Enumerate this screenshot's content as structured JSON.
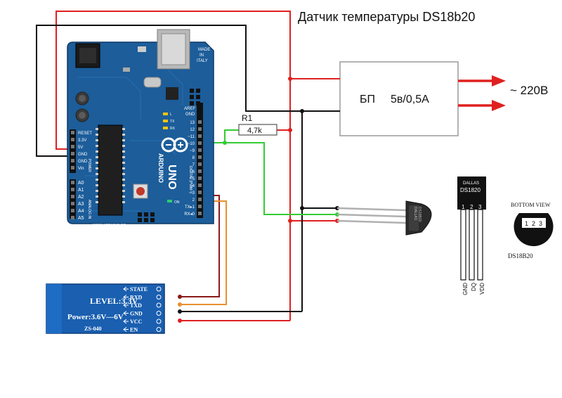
{
  "title": "Датчик температуры DS18b20",
  "power_supply": {
    "label": "БП",
    "spec": "5в/0,5A",
    "mains": "~  220В"
  },
  "resistor": {
    "ref": "R1",
    "value": "4,7k"
  },
  "arduino": {
    "brand": "ARDUINO",
    "model": "UNO",
    "made_in": [
      "MADE",
      "IN",
      "ITALY"
    ],
    "website": "WWW.ARDUINO.CC",
    "digital_header": "DIGITAL (PWM~)",
    "aref": "AREF",
    "gnd": "GND",
    "digital_pins": [
      "13",
      "12",
      "~11",
      "~10",
      "~9",
      "8",
      "7",
      "~6",
      "~5",
      "4",
      "~3",
      "2",
      "TX▸1",
      "RX◂0"
    ],
    "power_pins": [
      "RESET",
      "3.3V",
      "5V",
      "GND",
      "GND",
      "Vin"
    ],
    "power_label": "POWER",
    "analog_label": "ANALOG IN",
    "analog_pins": [
      "A0",
      "A1",
      "A2",
      "A3",
      "A4",
      "A5"
    ],
    "tx_led": "TX",
    "rx_led": "RX",
    "l_led": "L",
    "on_led": "ON"
  },
  "bluetooth": {
    "model": "ZS-040",
    "level": "LEVEL:3.3V",
    "power": "Power:3.6V—6V",
    "pins": [
      "STATE",
      "RXD",
      "TXD",
      "GND",
      "VCC",
      "EN"
    ]
  },
  "sensor": {
    "maker": "DALLAS",
    "part": "DS1820",
    "pin_numbers": [
      "1",
      "2",
      "3"
    ],
    "pin_names": [
      "GND",
      "DQ",
      "VDD"
    ],
    "bottom_view": "BOTTOM VIEW",
    "bottom_part": "DS18B20",
    "bottom_pins": [
      "1",
      "2",
      "3"
    ],
    "body_text": [
      "DALLAS",
      "DS18B20"
    ]
  },
  "colors": {
    "red_wire": "#e02020",
    "black_wire": "#111111",
    "green_wire": "#33cc33",
    "orange_wire": "#e89030",
    "dark_red_wire": "#8b1a1a",
    "board_blue": "#1c5d9a",
    "module_blue": "#1a5fb0"
  }
}
